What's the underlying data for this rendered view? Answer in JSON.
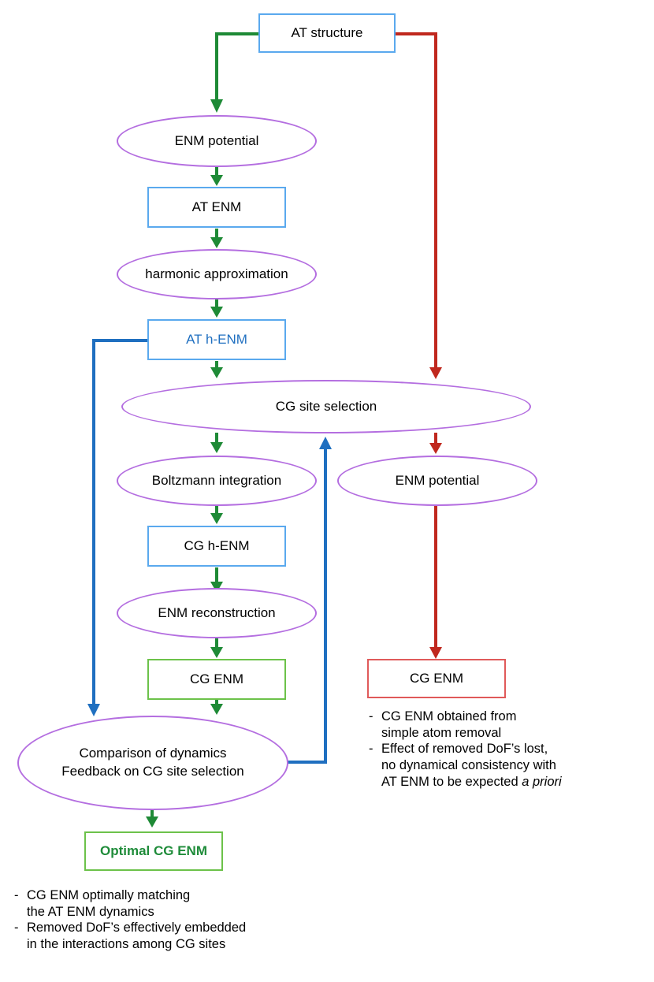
{
  "nodes": {
    "at_structure": "AT structure",
    "enm_potential_left": "ENM potential",
    "at_enm": "AT ENM",
    "harmonic_approximation": "harmonic approximation",
    "at_h_enm": "AT h-ENM",
    "cg_site_selection": "CG site selection",
    "boltzmann_integration": "Boltzmann integration",
    "enm_potential_right": "ENM potential",
    "cg_h_enm": "CG h-ENM",
    "enm_reconstruction": "ENM reconstruction",
    "cg_enm_left": "CG ENM",
    "cg_enm_right": "CG ENM",
    "comparison_line1": "Comparison of dynamics",
    "comparison_line2": "Feedback on CG site selection",
    "optimal_cg_enm": "Optimal CG ENM"
  },
  "notes_right": {
    "item1_line1": "CG ENM obtained from",
    "item1_line2": "simple atom removal",
    "item2_line1": "Effect of removed DoF’s lost,",
    "item2_line2": "no dynamical consistency with",
    "item2_line3_a": "AT ENM to be expected ",
    "item2_line3_b": "a priori"
  },
  "notes_bottom": {
    "item1_line1": "CG ENM optimally matching",
    "item1_line2": "the AT ENM dynamics",
    "item2_line1": "Removed DoF’s effectively embedded",
    "item2_line2": "in the interactions among CG sites"
  },
  "colors": {
    "green_path": "#1e8a36",
    "red_path": "#c0281e",
    "blue_path": "#1f6fc0",
    "box_blue": "#5aa9ee",
    "box_green": "#6cc24a",
    "box_red": "#e05a5a",
    "oval_purple": "#b46ee0"
  }
}
